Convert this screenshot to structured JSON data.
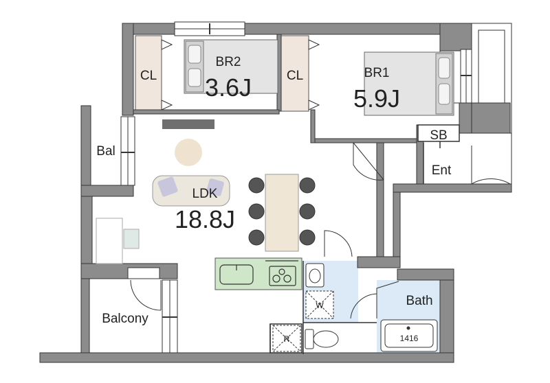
{
  "rooms": {
    "br2": {
      "name": "BR2",
      "size": "3.6J"
    },
    "br1": {
      "name": "BR1",
      "size": "5.9J"
    },
    "ldk": {
      "name": "LDK",
      "size": "18.8J"
    },
    "cl_left": "CL",
    "cl_right": "CL",
    "bal": "Bal",
    "balcony": "Balcony",
    "sb": "SB",
    "ent": "Ent",
    "bath": "Bath",
    "bathtub_size": "1416",
    "washer": "W",
    "fridge": "R"
  },
  "colors": {
    "wall": "#8c8c8c",
    "closet": "#f1e6dd",
    "kitchen": "#cfe6c9",
    "wet_area": "#dbeaf6",
    "bed": "#e4e4e4",
    "table": "#efe6d6",
    "chair": "#555555",
    "rug": "#efe3d0",
    "sofa": "#ece7dc",
    "cushion": "#c8c6dc",
    "tv": "#6f6f6f"
  }
}
